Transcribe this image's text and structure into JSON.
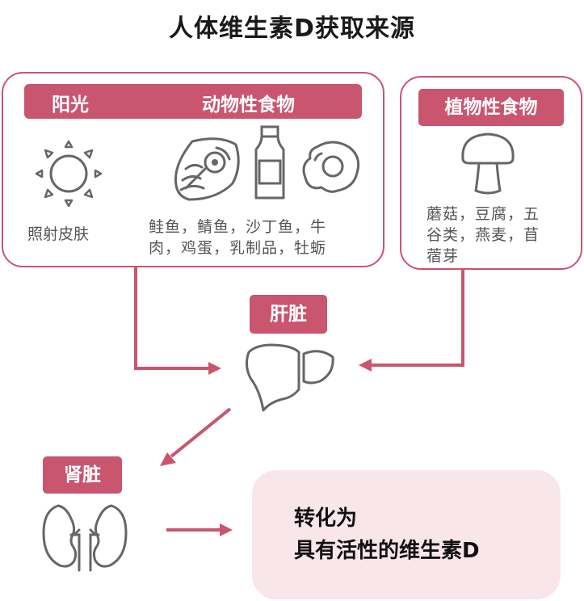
{
  "title": "人体维生素D获取来源",
  "sources": {
    "sunlight": {
      "label": "阳光",
      "description": "照射皮肤",
      "icon": "sun-icon"
    },
    "animal_food": {
      "label": "动物性食物",
      "description_lines": [
        "鲑鱼，鲭鱼，沙丁鱼，牛",
        "肉，鸡蛋，乳制品，牡蛎"
      ],
      "icons": [
        "fish-icon",
        "milk-bottle-icon",
        "fried-egg-icon"
      ]
    },
    "plant_food": {
      "label": "植物性食物",
      "description_lines": [
        "蘑菇，豆腐，五",
        "谷类，燕麦，苜",
        "蓿芽"
      ],
      "icon": "mushroom-icon"
    }
  },
  "organs": {
    "liver": {
      "label": "肝脏",
      "icon": "liver-icon"
    },
    "kidney": {
      "label": "肾脏",
      "icon": "kidney-icon"
    }
  },
  "result": {
    "lines": [
      "转化为",
      "具有活性的维生素D"
    ]
  },
  "colors": {
    "accent": "#c9556f",
    "result_bg": "#f8e6ea",
    "icon_stroke": "#666666"
  }
}
